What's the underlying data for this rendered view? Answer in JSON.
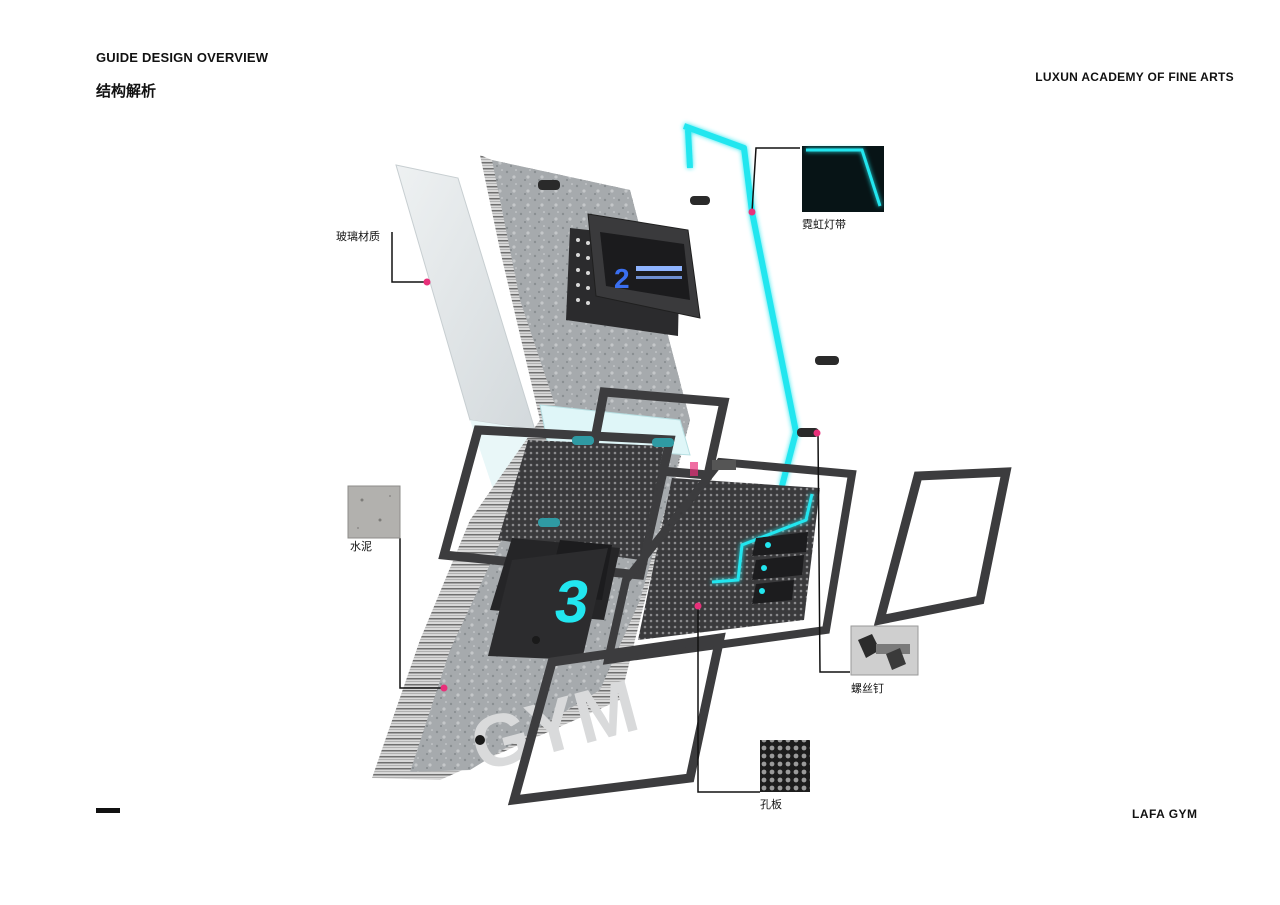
{
  "header": {
    "title": "GUIDE DESIGN OVERVIEW",
    "subtitle": "结构解析",
    "institution": "LUXUN ACADEMY OF FINE ARTS"
  },
  "footer": {
    "project": "LAFA  GYM"
  },
  "sign": {
    "wall_text": "GYM",
    "floor_number": "3",
    "upper_number": "2"
  },
  "callouts": [
    {
      "id": "glass",
      "label": "玻璃材质"
    },
    {
      "id": "neon",
      "label": "霓虹灯带"
    },
    {
      "id": "cement",
      "label": "水泥"
    },
    {
      "id": "screw",
      "label": "螺丝钉"
    },
    {
      "id": "perforated",
      "label": "孔板"
    }
  ],
  "colors": {
    "neon": "#22e6ef",
    "marker": "#e8307a",
    "frame": "#3c3c3e",
    "concrete": "#a9adb0",
    "glass": "#e6ecee"
  },
  "icons": [
    "neon-strip-thumbnail",
    "cement-texture-thumbnail",
    "screw-bolt-thumbnail",
    "perforated-plate-thumbnail"
  ]
}
